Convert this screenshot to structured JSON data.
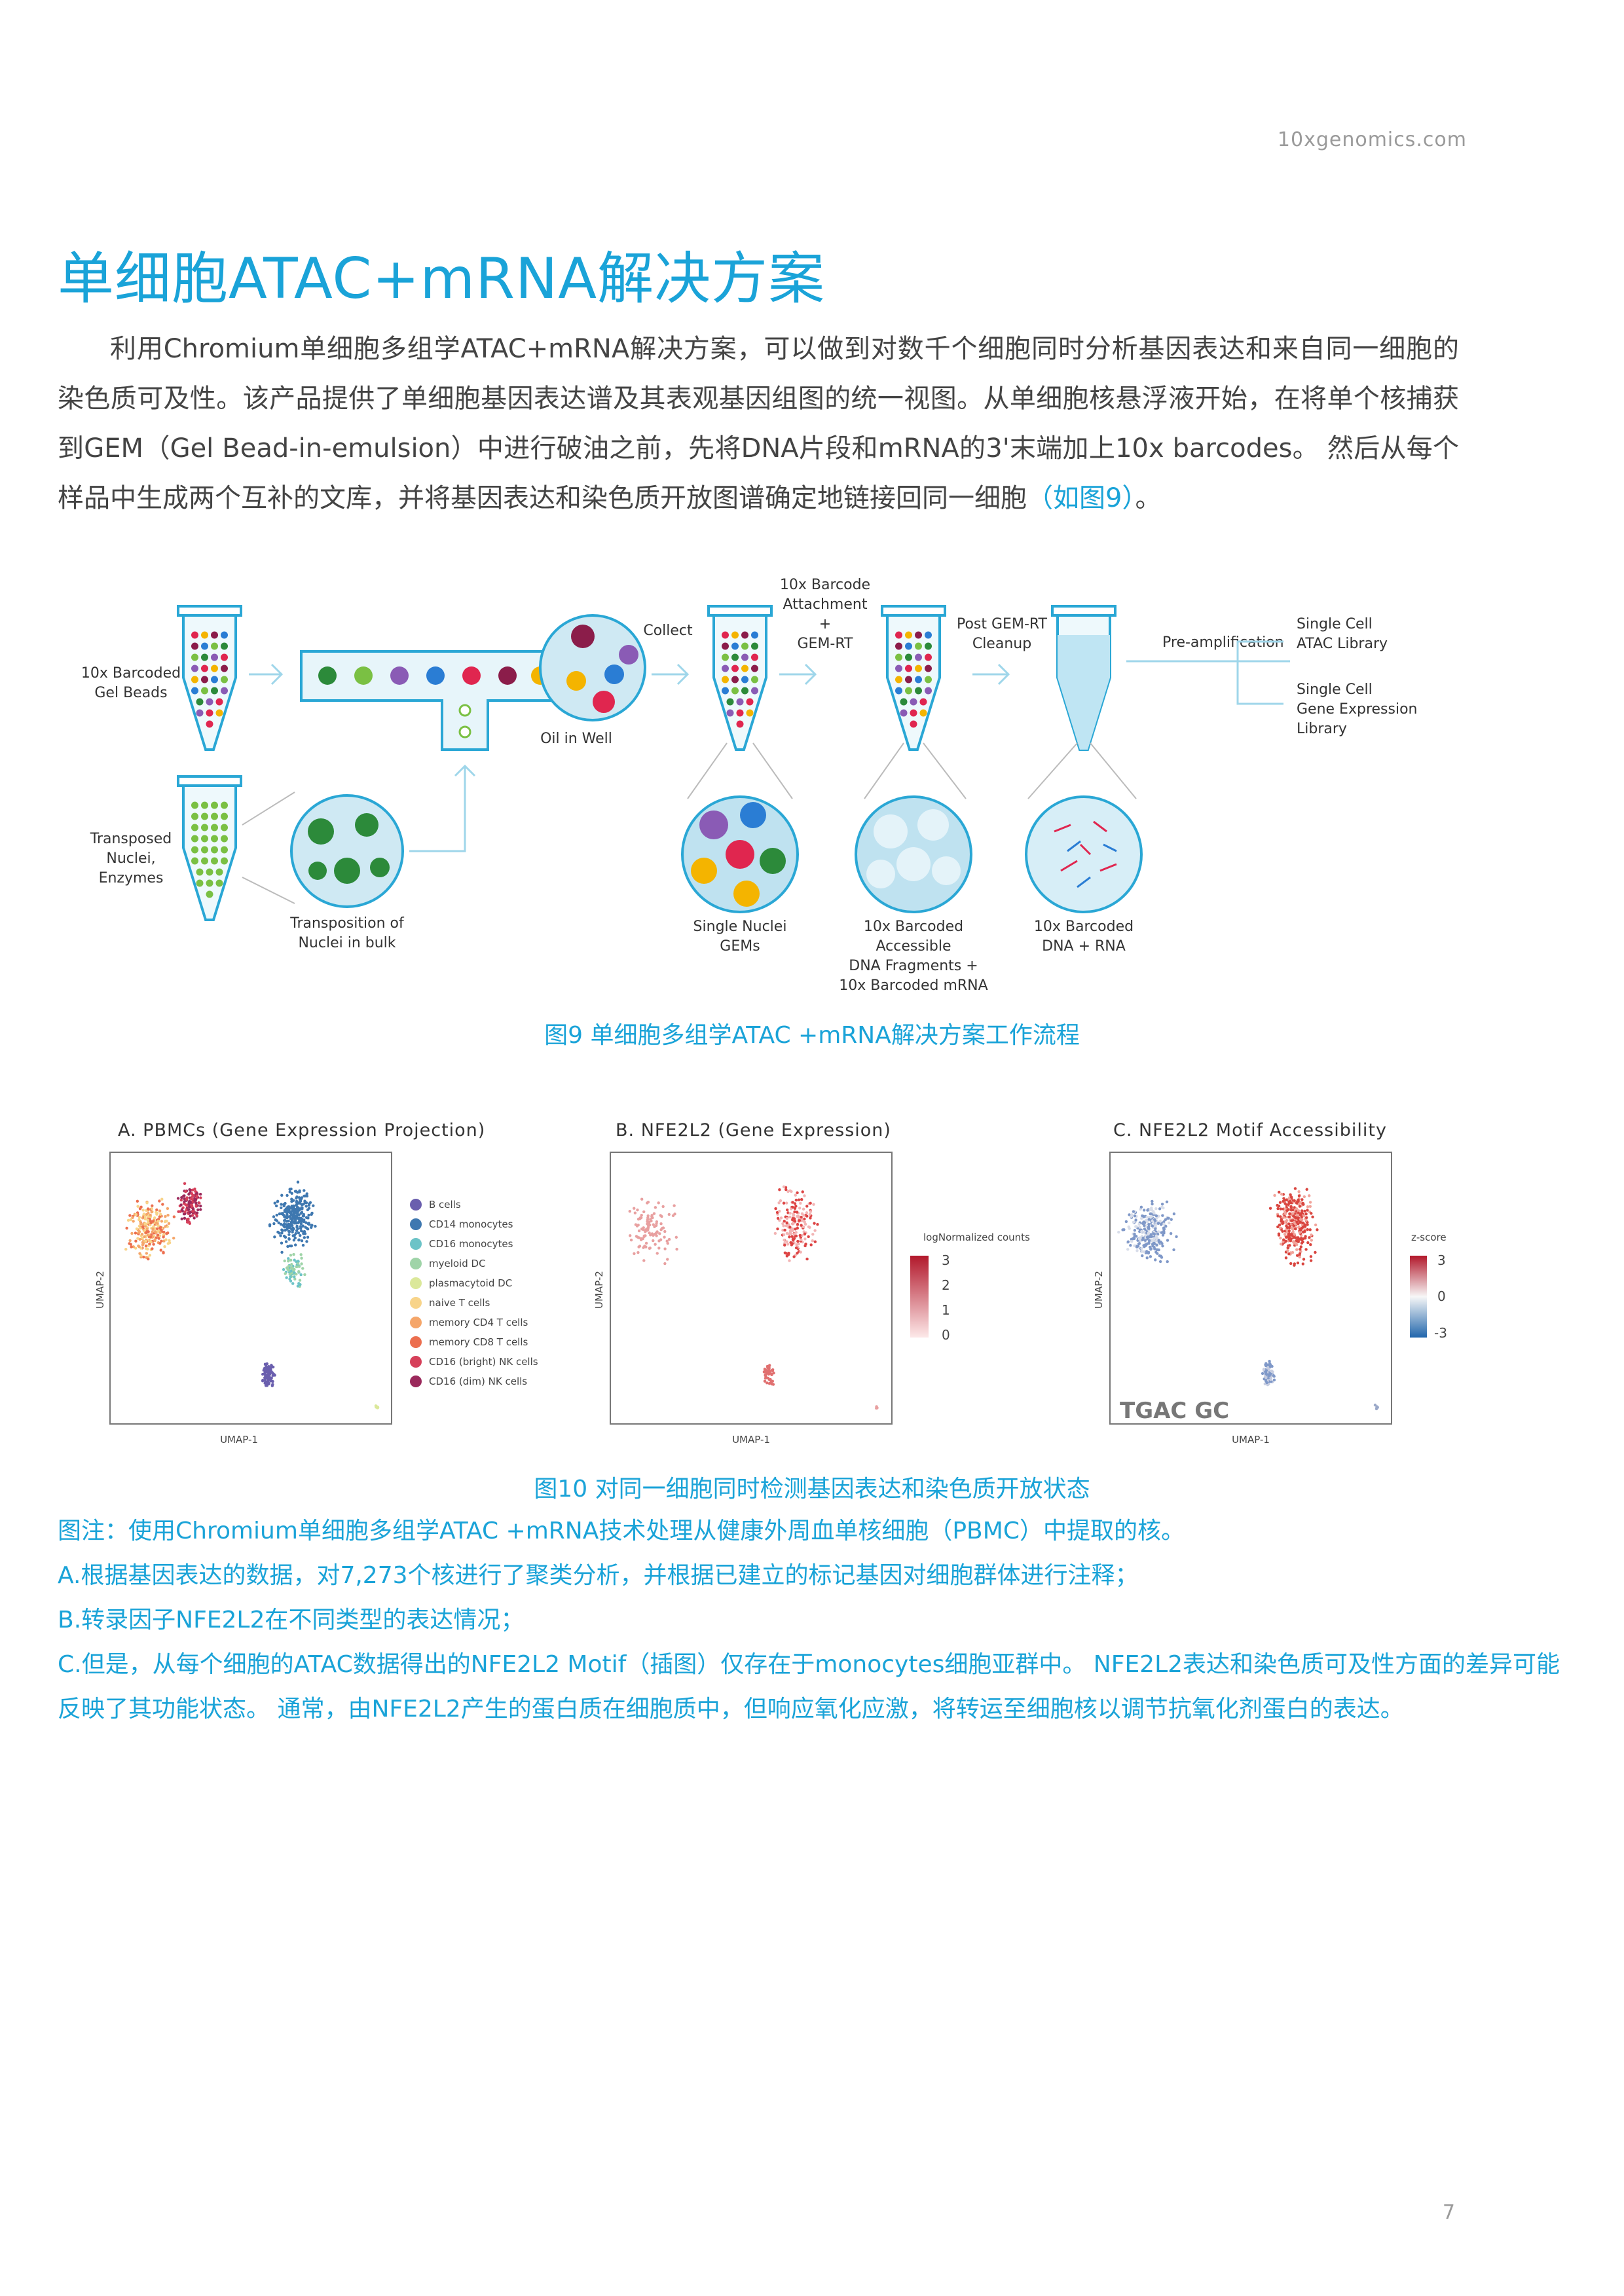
{
  "header": {
    "site": "10xgenomics.com"
  },
  "title": "单细胞ATAC+mRNA解决方案",
  "intro": {
    "text": "利用Chromium单细胞多组学ATAC+mRNA解决方案，可以做到对数千个细胞同时分析基因表达和来自同一细胞的染色质可及性。该产品提供了单细胞基因表达谱及其表观基因组图的统一视图。从单细胞核悬浮液开始，在将单个核捕获到GEM（Gel Bead-in-emulsion）中进行破油之前，先将DNA片段和mRNA的3'末端加上10x barcodes。 然后从每个样品中生成两个互补的文库，并将基因表达和染色质开放图谱确定地链接回同一细胞",
    "link": "（如图9）",
    "end": "。"
  },
  "figure9": {
    "labels": {
      "gel_beads": [
        "10x Barcoded",
        "Gel Beads"
      ],
      "nuclei": [
        "Transposed",
        "Nuclei,",
        "Enzymes"
      ],
      "transposition": [
        "Transposition of",
        "Nuclei in bulk"
      ],
      "oil": "Oil in Well",
      "collect": "Collect",
      "attach": [
        "10x Barcode",
        "Attachment",
        "+",
        "GEM-RT"
      ],
      "post": [
        "Post GEM-RT",
        "Cleanup"
      ],
      "preamp": "Pre-amplification",
      "atac_lib": [
        "Single Cell",
        "ATAC Library"
      ],
      "gex_lib": [
        "Single Cell",
        "Gene Expression",
        "Library"
      ],
      "gems": [
        "Single Nuclei",
        "GEMs"
      ],
      "fragments": [
        "10x Barcoded",
        "Accessible",
        "DNA Fragments +",
        "10x Barcoded mRNA"
      ],
      "dna_rna": [
        "10x Barcoded",
        "DNA + RNA"
      ]
    },
    "caption": "图9 单细胞多组学ATAC +mRNA解决方案工作流程"
  },
  "figure10": {
    "panels": [
      {
        "title": "A. PBMCs (Gene Expression Projection)",
        "xlabel": "UMAP-1",
        "ylabel": "UMAP-2"
      },
      {
        "title": "B. NFE2L2 (Gene Expression)",
        "xlabel": "UMAP-1",
        "ylabel": "UMAP-2"
      },
      {
        "title": "C. NFE2L2 Motif Accessibility",
        "xlabel": "UMAP-1",
        "ylabel": "UMAP-2"
      }
    ],
    "legend_a": [
      {
        "label": "B cells",
        "color": "#6a5fae"
      },
      {
        "label": "CD14 monocytes",
        "color": "#3f78b0"
      },
      {
        "label": "CD16 monocytes",
        "color": "#6cc3c7"
      },
      {
        "label": "myeloid DC",
        "color": "#9fd4a8"
      },
      {
        "label": "plasmacytoid DC",
        "color": "#dbe89a"
      },
      {
        "label": "naive T cells",
        "color": "#f8d48a"
      },
      {
        "label": "memory CD4 T cells",
        "color": "#f5a66a"
      },
      {
        "label": "memory CD8 T cells",
        "color": "#ec6f4f"
      },
      {
        "label": "CD16 (bright) NK cells",
        "color": "#d6405a"
      },
      {
        "label": "CD16 (dim) NK cells",
        "color": "#9b2a5c"
      }
    ],
    "colorbar_b": {
      "title": "logNormalized counts",
      "ticks": [
        "3",
        "2",
        "1",
        "0"
      ]
    },
    "colorbar_c": {
      "title": "z-score",
      "ticks": [
        "3",
        "0",
        "-3"
      ]
    },
    "motif_inset": "TGAC GC",
    "caption": "图10 对同一细胞同时检测基因表达和染色质开放状态"
  },
  "notes": [
    "图注：使用Chromium单细胞多组学ATAC +mRNA技术处理从健康外周血单核细胞（PBMC）中提取的核。",
    "A.根据基因表达的数据，对7,273个核进行了聚类分析，并根据已建立的标记基因对细胞群体进行注释；",
    "B.转录因子NFE2L2在不同类型的表达情况；",
    "C.但是，从每个细胞的ATAC数据得出的NFE2L2 Motif（插图）仅存在于monocytes细胞亚群中。 NFE2L2表达和染色质可及性方面的差异可能反映了其功能状态。 通常，由NFE2L2产生的蛋白质在细胞质中，但响应氧化应激，将转运至细胞核以调节抗氧化剂蛋白的表达。"
  ],
  "page_number": "7"
}
